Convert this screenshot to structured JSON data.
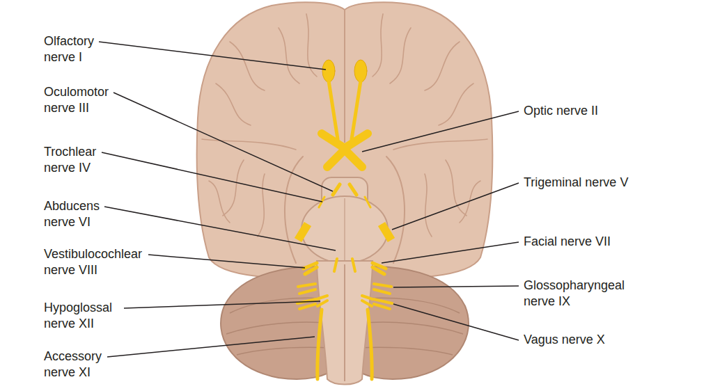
{
  "diagram": {
    "labels": [
      "Olfactory nerve I",
      "Oculomotor nerve III",
      "Optic nerve II",
      "Trochlear nerve IV",
      "Trigeminal nerve V",
      "Abducens nerve VI",
      "Facial nerve VII",
      "Vestibulocochlear nerve VIII",
      "Glossopharyngeal nerve IX",
      "Hypoglossal nerve XII",
      "Vagus nerve X",
      "Accessory nerve XI"
    ]
  }
}
